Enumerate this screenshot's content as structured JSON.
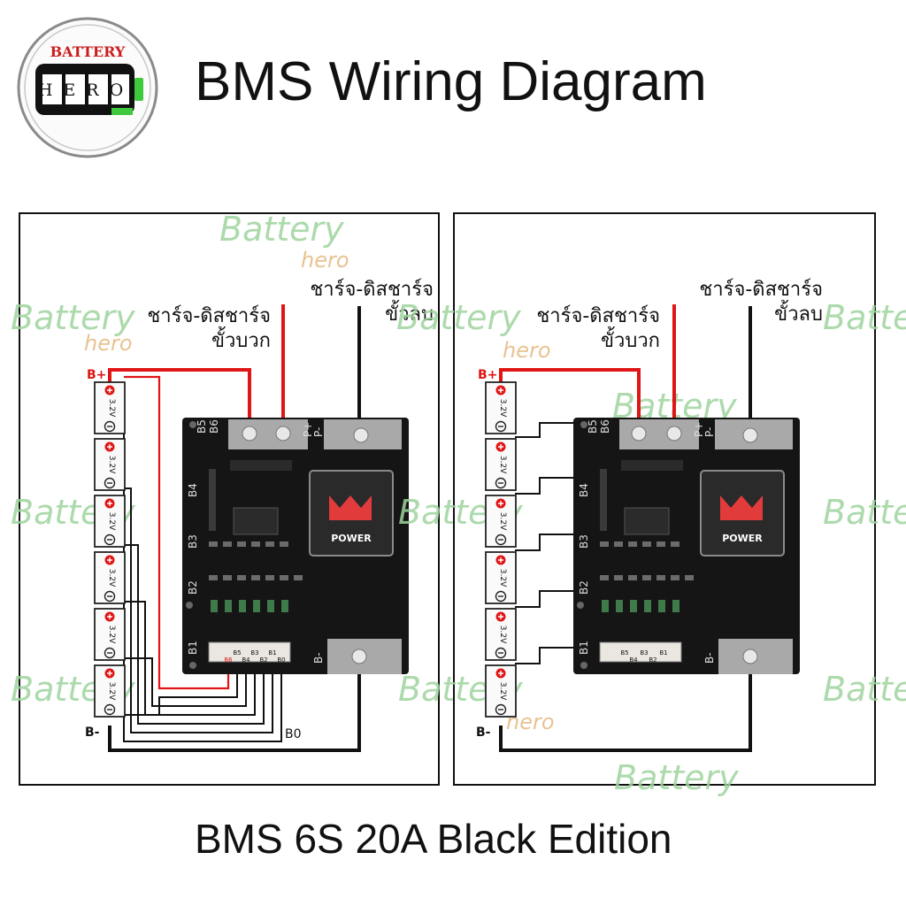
{
  "header": {
    "title": "BMS Wiring Diagram",
    "logo": {
      "word_top": "BATTERY",
      "word_main": "HERO"
    }
  },
  "footer": {
    "subtitle": "BMS 6S 20A Black Edition"
  },
  "colors": {
    "positive_wire": "#e01515",
    "negative_wire": "#111111",
    "balance_wire": "#111111",
    "pcb": "#151515",
    "pad": "#a9a9a9",
    "watermark": "#9ed49e",
    "logo_green": "#3ec93e"
  },
  "left_panel": {
    "label_positive_line1": "ชาร์จ-ดิสชาร์จ",
    "label_positive_line2": "ขั้วบวก",
    "label_negative_line1": "ชาร์จ-ดิสชาร์จ",
    "label_negative_line2": "ขั้วลบ",
    "bplus": "B+",
    "bminus": "B-",
    "b0": "B0",
    "cells": [
      "3.2V",
      "3.2V",
      "3.2V",
      "3.2V",
      "3.2V",
      "3.2V"
    ],
    "board": {
      "brand": "POWER",
      "pad_labels": [
        "B5",
        "B6",
        "B4",
        "B3",
        "B2",
        "B1",
        "B-",
        "P+",
        "P-"
      ],
      "connector_labels": [
        "B6",
        "B5",
        "B4",
        "B3",
        "B2",
        "B1",
        "B0"
      ]
    }
  },
  "right_panel": {
    "label_positive_line1": "ชาร์จ-ดิสชาร์จ",
    "label_positive_line2": "ขั้วบวก",
    "label_negative_line1": "ชาร์จ-ดิสชาร์จ",
    "label_negative_line2": "ขั้วลบ",
    "bplus": "B+",
    "bminus": "B-",
    "cells": [
      "3.2V",
      "3.2V",
      "3.2V",
      "3.2V",
      "3.2V",
      "3.2V"
    ],
    "board": {
      "brand": "POWER",
      "pad_labels": [
        "B5",
        "B6",
        "B4",
        "B3",
        "B2",
        "B1",
        "B-",
        "P+",
        "P-"
      ],
      "connector_labels": [
        "B5",
        "B4",
        "B3",
        "B2",
        "B1"
      ]
    }
  },
  "watermarks": [
    "Battery",
    "hero",
    "Batte"
  ]
}
